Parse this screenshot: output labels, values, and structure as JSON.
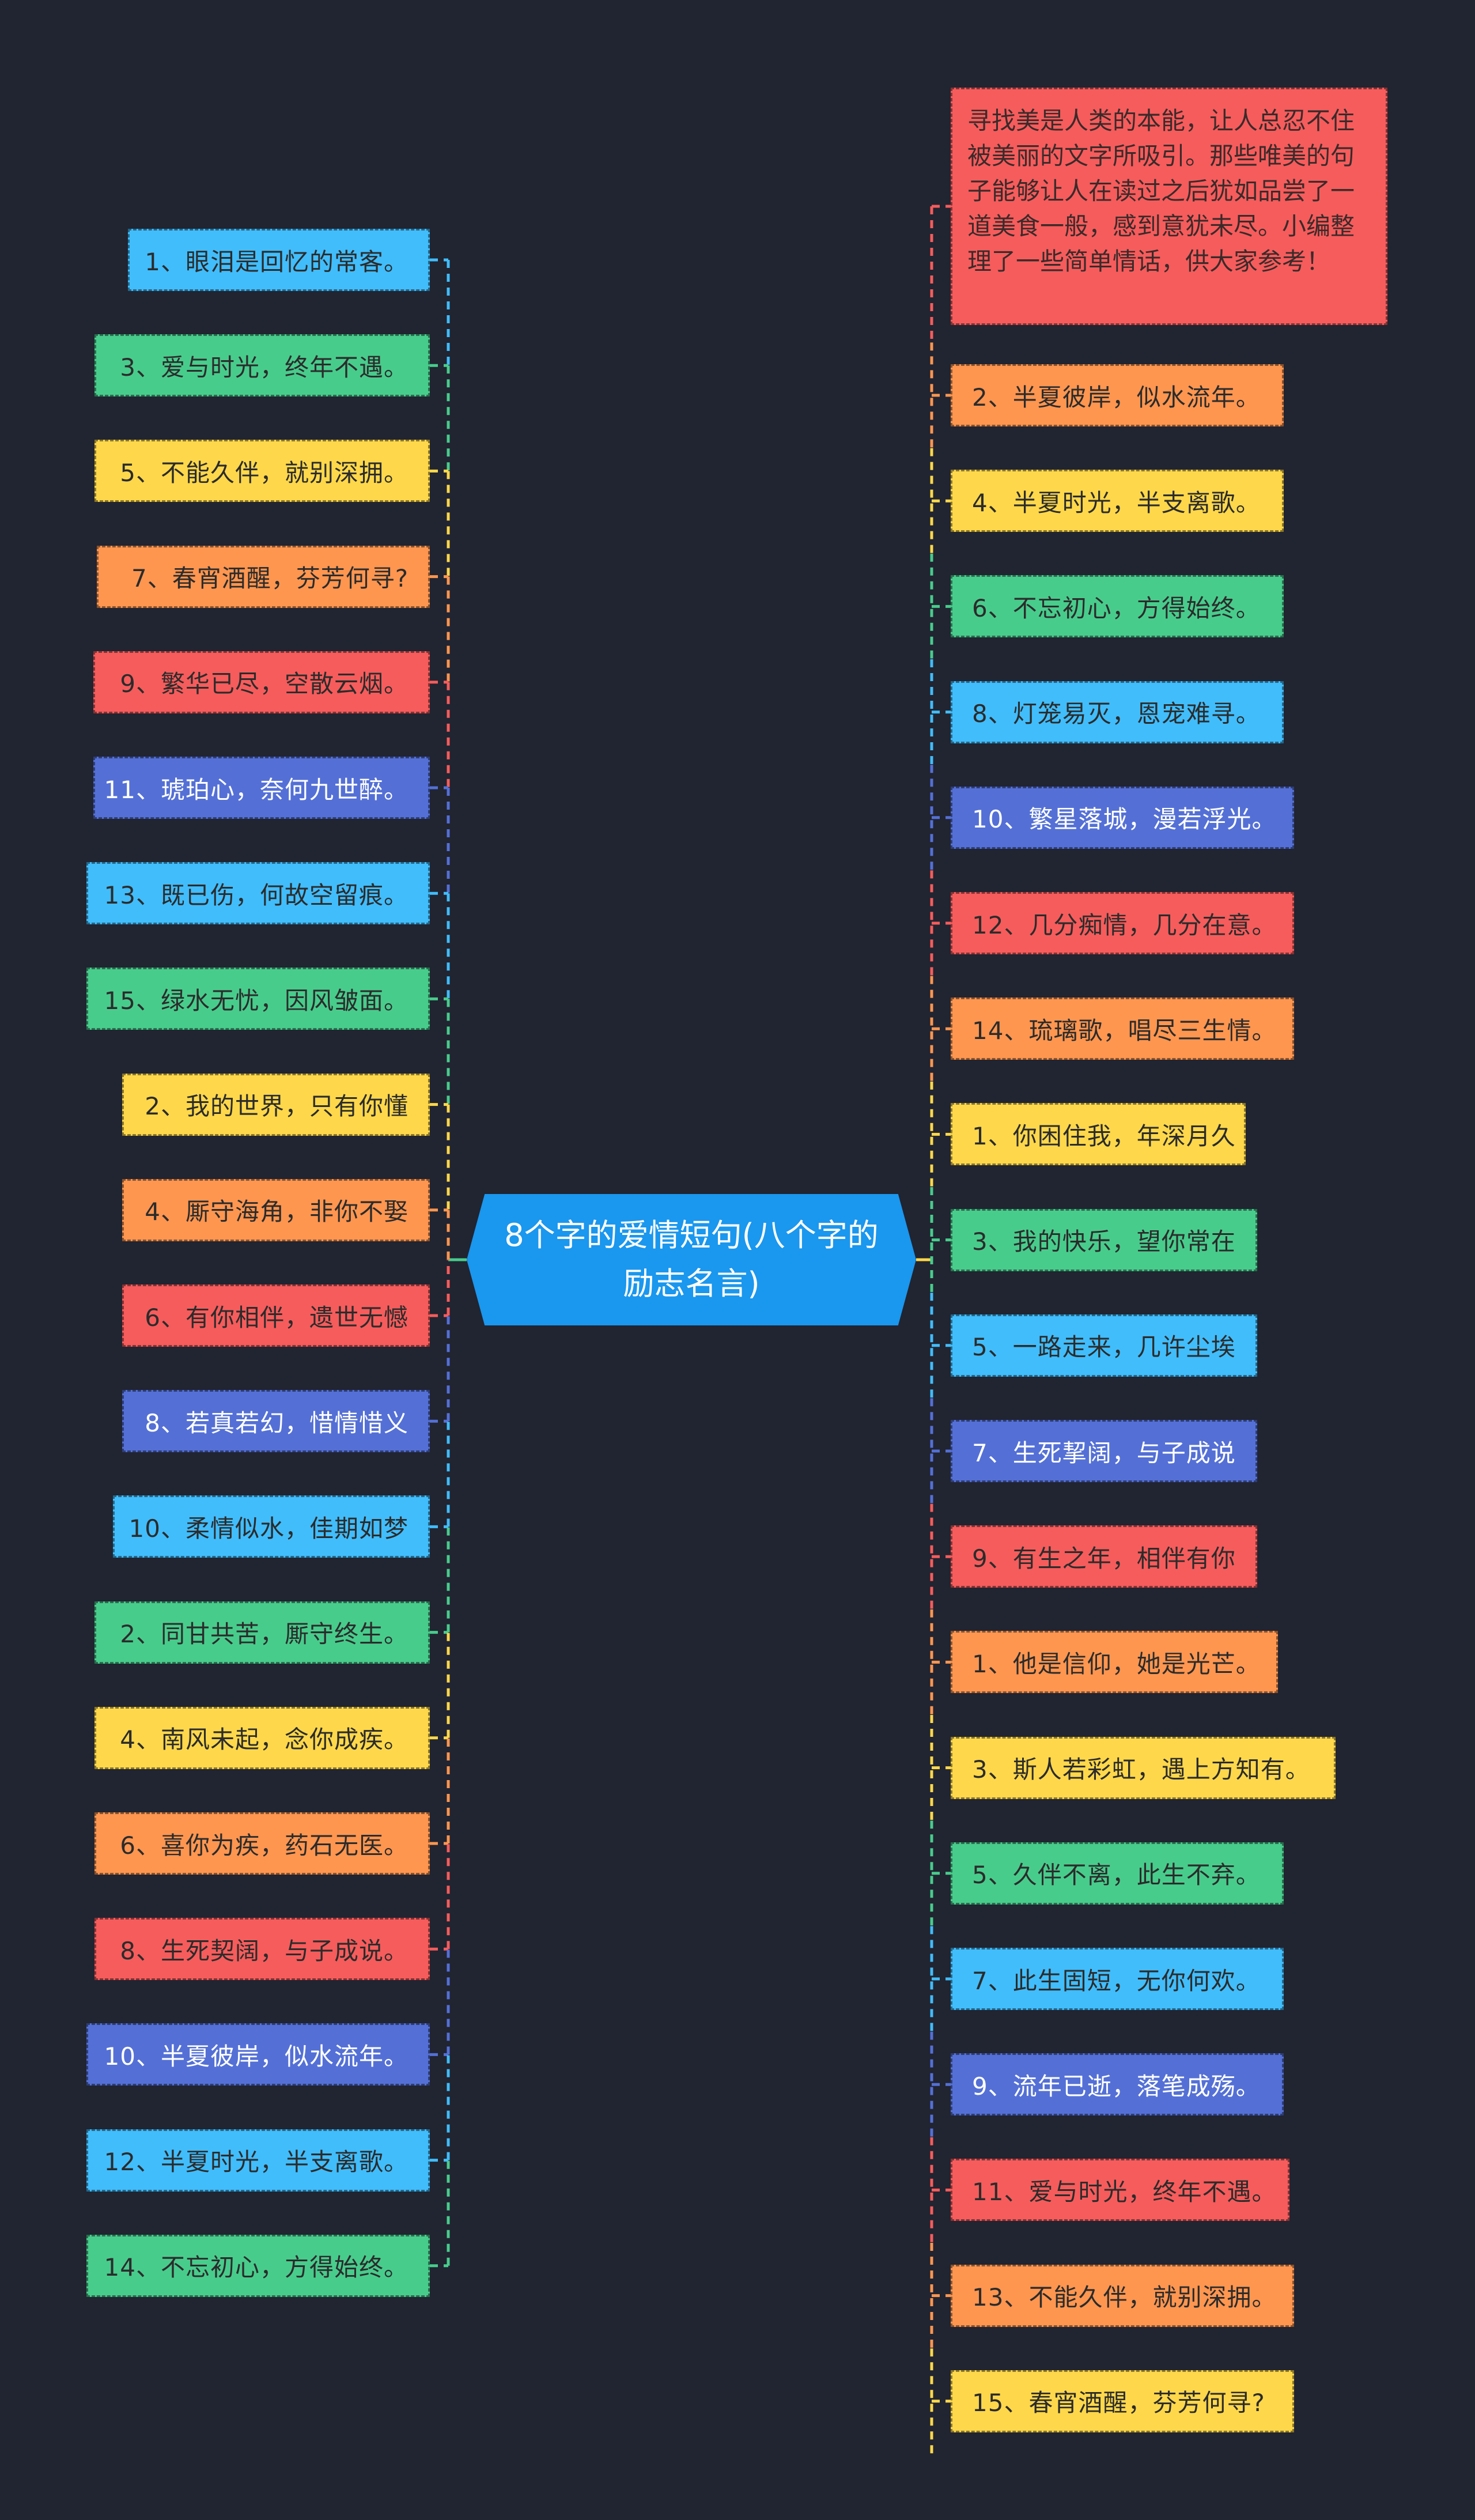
{
  "root": {
    "title": "8个字的爱情短句(八个字的励志名言)",
    "color": "#1a97ee"
  },
  "palette": {
    "background": "#212431",
    "blue": "#41bdfc",
    "green": "#48cc8c",
    "yellow": "#fed84a",
    "orange": "#fe9650",
    "red": "#f65c5c",
    "indigo": "#5470d6"
  },
  "intro": {
    "text": "寻找美是人类的本能，让人总忍不住被美丽的文字所吸引。那些唯美的句子能够让人在读过之后犹如品尝了一道美食一般，感到意犹未尽。小编整理了一些简单情话，供大家参考！",
    "color": "#f65c5c"
  },
  "left_nodes": [
    {
      "text": "1、眼泪是回忆的常客。",
      "color": "blue"
    },
    {
      "text": "3、爱与时光，终年不遇。",
      "color": "green"
    },
    {
      "text": "5、不能久伴，就别深拥。",
      "color": "yellow"
    },
    {
      "text": "7、春宵酒醒，芬芳何寻?",
      "color": "orange"
    },
    {
      "text": "9、繁华已尽，空散云烟。",
      "color": "red"
    },
    {
      "text": "11、琥珀心，奈何九世醉。",
      "color": "indigo"
    },
    {
      "text": "13、既已伤，何故空留痕。",
      "color": "blue"
    },
    {
      "text": "15、绿水无忧，因风皱面。",
      "color": "green"
    },
    {
      "text": "2、我的世界，只有你懂",
      "color": "yellow"
    },
    {
      "text": "4、厮守海角，非你不娶",
      "color": "orange"
    },
    {
      "text": "6、有你相伴，遗世无憾",
      "color": "red"
    },
    {
      "text": "8、若真若幻，惜情惜义",
      "color": "indigo"
    },
    {
      "text": "10、柔情似水，佳期如梦",
      "color": "blue"
    },
    {
      "text": "2、同甘共苦，厮守终生。",
      "color": "green"
    },
    {
      "text": "4、南风未起，念你成疾。",
      "color": "yellow"
    },
    {
      "text": "6、喜你为疾，药石无医。",
      "color": "orange"
    },
    {
      "text": "8、生死契阔，与子成说。",
      "color": "red"
    },
    {
      "text": "10、半夏彼岸，似水流年。",
      "color": "indigo"
    },
    {
      "text": "12、半夏时光，半支离歌。",
      "color": "blue"
    },
    {
      "text": "14、不忘初心，方得始终。",
      "color": "green"
    }
  ],
  "right_nodes": [
    {
      "text": "2、半夏彼岸，似水流年。",
      "color": "orange"
    },
    {
      "text": "4、半夏时光，半支离歌。",
      "color": "yellow"
    },
    {
      "text": "6、不忘初心，方得始终。",
      "color": "green"
    },
    {
      "text": "8、灯笼易灭，恩宠难寻。",
      "color": "blue"
    },
    {
      "text": "10、繁星落城，漫若浮光。",
      "color": "indigo"
    },
    {
      "text": "12、几分痴情，几分在意。",
      "color": "red"
    },
    {
      "text": "14、琉璃歌，唱尽三生情。",
      "color": "orange"
    },
    {
      "text": "1、你困住我，年深月久",
      "color": "yellow"
    },
    {
      "text": "3、我的快乐，望你常在",
      "color": "green"
    },
    {
      "text": "5、一路走来，几许尘埃",
      "color": "blue"
    },
    {
      "text": "7、生死挈阔，与子成说",
      "color": "indigo"
    },
    {
      "text": "9、有生之年，相伴有你",
      "color": "red"
    },
    {
      "text": "1、他是信仰，她是光芒。",
      "color": "orange"
    },
    {
      "text": "3、斯人若彩虹，遇上方知有。",
      "color": "yellow"
    },
    {
      "text": "5、久伴不离，此生不弃。",
      "color": "green"
    },
    {
      "text": "7、此生固短，无你何欢。",
      "color": "blue"
    },
    {
      "text": "9、流年已逝，落笔成殇。",
      "color": "indigo"
    },
    {
      "text": "11、爱与时光，终年不遇。",
      "color": "red"
    },
    {
      "text": "13、不能久伴，就别深拥。",
      "color": "orange"
    },
    {
      "text": "15、春宵酒醒，芬芳何寻?",
      "color": "yellow"
    }
  ]
}
